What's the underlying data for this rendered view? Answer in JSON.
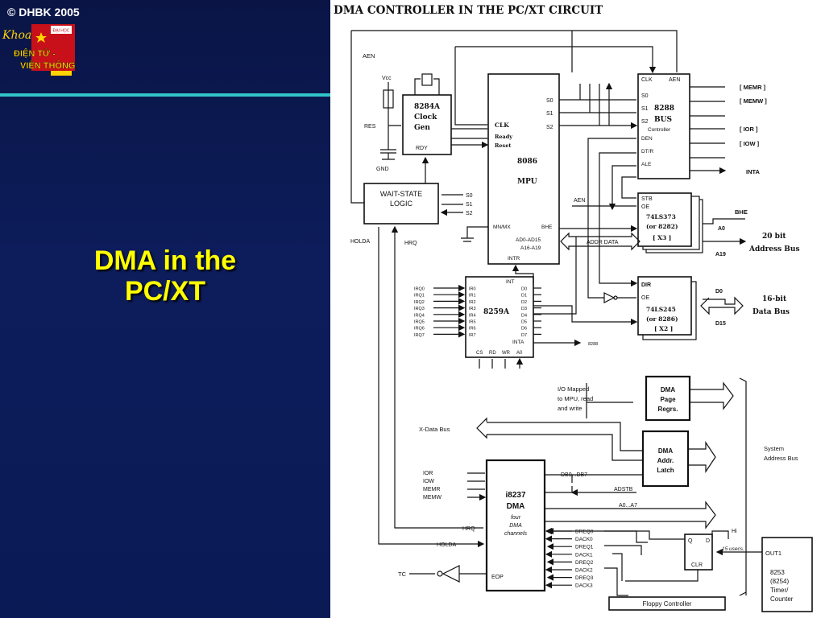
{
  "slide": {
    "copyright": "© DHBK 2005",
    "logo": {
      "top": "Khoa",
      "line1": "ĐIỆN TỬ -",
      "line2": "VIỄN THÔNG",
      "badge": "ĐẠI HỌC"
    },
    "title_line1": "DMA in the",
    "title_line2": "PC/XT",
    "colors": {
      "background": "#0d1d5c",
      "title": "#ffff00",
      "divider": "#31c6c9"
    }
  },
  "diagram": {
    "title": "DMA CONTROLLER IN THE PC/XT CIRCUIT",
    "aen_top": "AEN",
    "vcc": "Vcc",
    "res": "RES",
    "gnd": "GND",
    "clockgen": [
      "8284A",
      "Clock",
      "Gen"
    ],
    "rdy": "RDY",
    "waitstate": [
      "WAIT-STATE",
      "LOGIC"
    ],
    "ws_s": [
      "S0",
      "S1",
      "S2"
    ],
    "holda_left": "HOLDA",
    "hrq_left": "HRQ",
    "mpu": {
      "clk": "CLK",
      "ready": "Ready",
      "reset": "Reset",
      "name1": "8086",
      "name2": "MPU",
      "s": [
        "S0",
        "S1",
        "S2"
      ],
      "mnmx": "MN/MX",
      "bhe": "BHE",
      "ad1": "AD0-AD15",
      "ad2": "A16-A19",
      "intr": "INTR"
    },
    "aen_mid": "AEN",
    "bus": {
      "clk": "CLK",
      "aen": "AEN",
      "s": [
        "S0",
        "S1",
        "S2"
      ],
      "name": [
        "8288",
        "BUS",
        "Controller"
      ],
      "den": "DEN",
      "dtr": "DT/R",
      "ale": "ALE",
      "outputs": [
        "[ MEMR ]",
        "[ MEMW ]",
        "[ IOR ]",
        "[ IOW ]",
        "INTA"
      ]
    },
    "latch": {
      "stb": "STB",
      "oe": "OE",
      "name": [
        "74LS373",
        "(or 8282)",
        "[ X3 ]"
      ]
    },
    "addr_data": "ADDR DATA",
    "bhe_right": "BHE",
    "a0": "A0",
    "a19": "A19",
    "addrbus": [
      "20 bit",
      "Address Bus"
    ],
    "xcvr": {
      "dir": "DIR",
      "oe": "OE",
      "name": [
        "74LS245",
        "(or 8286)",
        "[ X2 ]"
      ]
    },
    "d0": "D0",
    "d15": "D15",
    "databus": [
      "16-bit",
      "Data Bus"
    ],
    "pic": {
      "name": "8259A",
      "irq_left": [
        "IRQ0",
        "IRQ1",
        "IRQ2",
        "IRQ3",
        "IRQ4",
        "IRQ5",
        "IRQ6",
        "IRQ7"
      ],
      "ir_in": [
        "IR0",
        "IR1",
        "IR2",
        "IR3",
        "IR4",
        "IR5",
        "IR6",
        "IR7"
      ],
      "d": [
        "D0",
        "D1",
        "D2",
        "D3",
        "D4",
        "D5",
        "D6",
        "D7"
      ],
      "int": "INT",
      "inta": "INTA",
      "bottom": [
        "CS",
        "RD",
        "WR",
        "A0"
      ]
    },
    "inta_8288": "8288",
    "io_mapped": [
      "I/O Mapped",
      "to MPU, read",
      "and write"
    ],
    "page": [
      "DMA",
      "Page",
      "Regrs."
    ],
    "xdata": "X-Data Bus",
    "addrlatch": [
      "DMA",
      "Addr.",
      "Latch"
    ],
    "sysaddr": [
      "System",
      "Address Bus"
    ],
    "db": "DB0...DB7",
    "adstb": "ADSTB",
    "a0a7": "A0...A7",
    "dma_ctrl": [
      "IOR",
      "IOW",
      "MEMR",
      "MEMW"
    ],
    "dma": {
      "name1": "i8237",
      "name2": "DMA",
      "sub": [
        "four",
        "DMA",
        "channels"
      ],
      "hrq": "HRQ",
      "holda": "HOLDA",
      "eop": "EOP"
    },
    "dreq": [
      "DREQ0",
      "DACK0",
      "DREQ1",
      "DACK1",
      "DREQ2",
      "DACK2",
      "DREQ3",
      "DACK3"
    ],
    "tc": "TC",
    "ff": {
      "q": "Q",
      "d": "D",
      "clr": "CLR"
    },
    "hi": "Hi",
    "usecs": "15 usecs.",
    "timer": {
      "out": "OUT1",
      "name": [
        "8253",
        "(8254)",
        "Timer/",
        "Counter"
      ]
    },
    "floppy": "Floppy Controller"
  }
}
